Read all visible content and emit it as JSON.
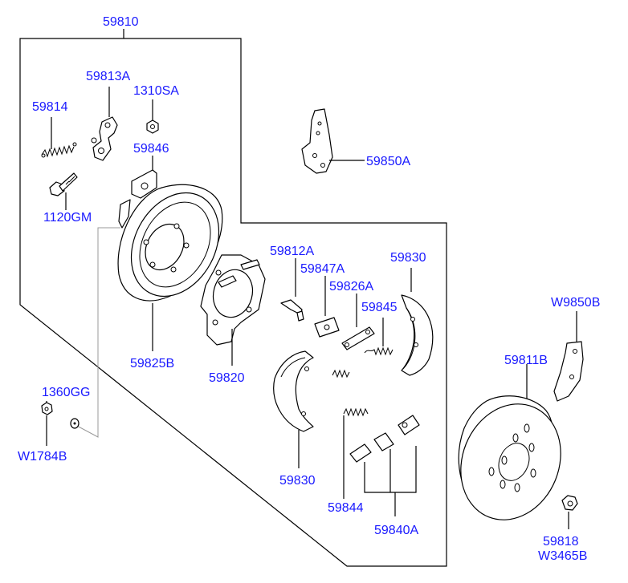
{
  "labels": {
    "p59810": "59810",
    "p59813A": "59813A",
    "p1310SA": "1310SA",
    "p59814": "59814",
    "p59846": "59846",
    "p1120GM": "1120GM",
    "p59850A": "59850A",
    "p59812A": "59812A",
    "p59847A": "59847A",
    "p59830_top": "59830",
    "p59826A": "59826A",
    "p59845": "59845",
    "pW9850B": "W9850B",
    "p59825B": "59825B",
    "p59820": "59820",
    "p59811B": "59811B",
    "p1360GG": "1360GG",
    "pW1784B": "W1784B",
    "p59830_bottom": "59830",
    "p59844": "59844",
    "p59840A": "59840A",
    "p59818": "59818",
    "pW3465B": "W3465B"
  }
}
